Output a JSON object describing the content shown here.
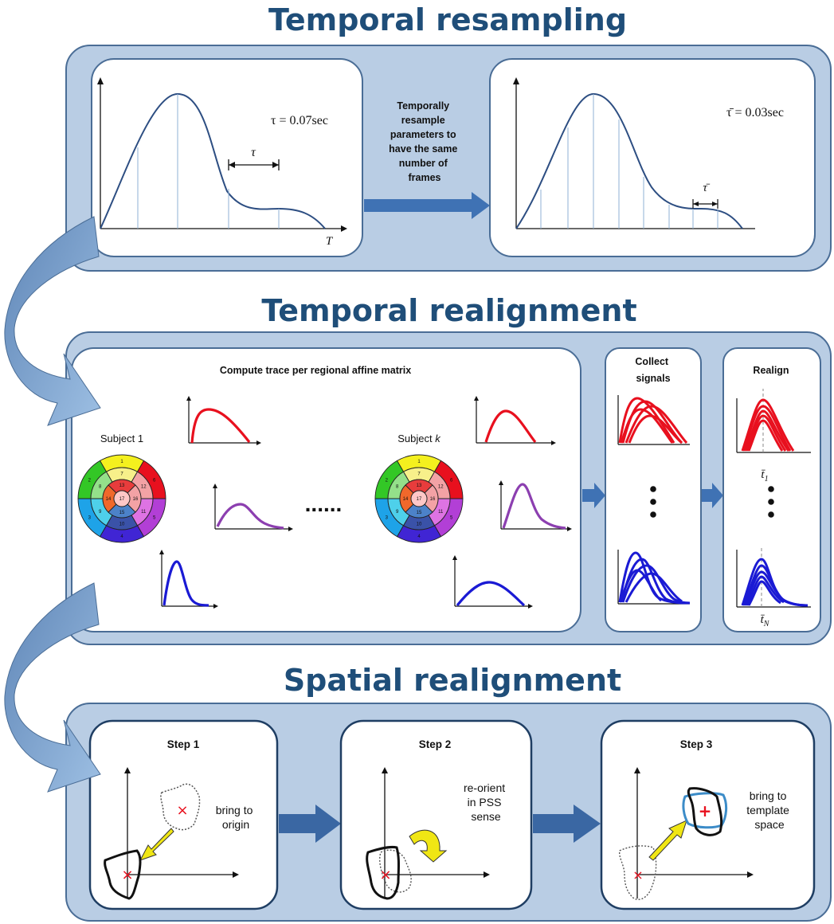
{
  "sections": {
    "resampling": {
      "title": "Temporal resampling",
      "tau_label": "τ = 0.07sec",
      "tau_symbol": "τ",
      "axis_x_label": "T",
      "arrow_text": [
        "Temporally",
        "resample",
        "parameters to",
        "have the same",
        "number of",
        "frames"
      ],
      "tau_bar_label": "τ̄ = 0.03sec",
      "tau_bar_symbol": "τ̄"
    },
    "realignment": {
      "title": "Temporal realignment",
      "compute_title": "Compute trace per regional affine matrix",
      "subject1": "Subject 1",
      "subjectk_prefix": "Subject ",
      "subjectk_var": "k",
      "dots": "......",
      "collect_title": [
        "Collect",
        "signals"
      ],
      "realign_title": "Realign",
      "t1_label": "t̄",
      "t1_sub": "1",
      "tN_label": "t̄",
      "tN_sub": "N"
    },
    "spatial": {
      "title": "Spatial realignment",
      "step1_title": "Step 1",
      "step1_text": [
        "bring to",
        "origin"
      ],
      "step2_title": "Step 2",
      "step2_text": [
        "re-orient",
        "in PSS",
        "sense"
      ],
      "step3_title": "Step 3",
      "step3_text": [
        "bring to",
        "template",
        "space"
      ]
    }
  },
  "bullseye": {
    "outer_labels": [
      "1",
      "6",
      "5",
      "4",
      "3",
      "2"
    ],
    "mid_labels": [
      "7",
      "12",
      "11",
      "10",
      "9",
      "8"
    ],
    "inner_labels": [
      "13",
      "16",
      "15",
      "14"
    ],
    "apex_label": "17",
    "outer_colors": [
      "#f4f01e",
      "#e8101e",
      "#b23fd6",
      "#4025d4",
      "#1ea3e8",
      "#33c726"
    ],
    "mid_colors": [
      "#f7f08a",
      "#f3a2a5",
      "#de73e3",
      "#3a52a8",
      "#4ed0ea",
      "#94e08a"
    ],
    "inner_colors": [
      "#e83c3c",
      "#f3a2a5",
      "#4c82c9",
      "#f0682b"
    ],
    "apex_color": "#ffc7c7"
  },
  "colors": {
    "panel_fill": "#b9cde4",
    "panel_stroke": "#4a6d96",
    "curve_blue": "#2d4e82",
    "arrow_blue": "#3f72b4",
    "signal_red": "#e8101e",
    "signal_purple": "#8c3fb0",
    "signal_blue": "#1a1ad4",
    "title_blue": "#1f4e79"
  }
}
